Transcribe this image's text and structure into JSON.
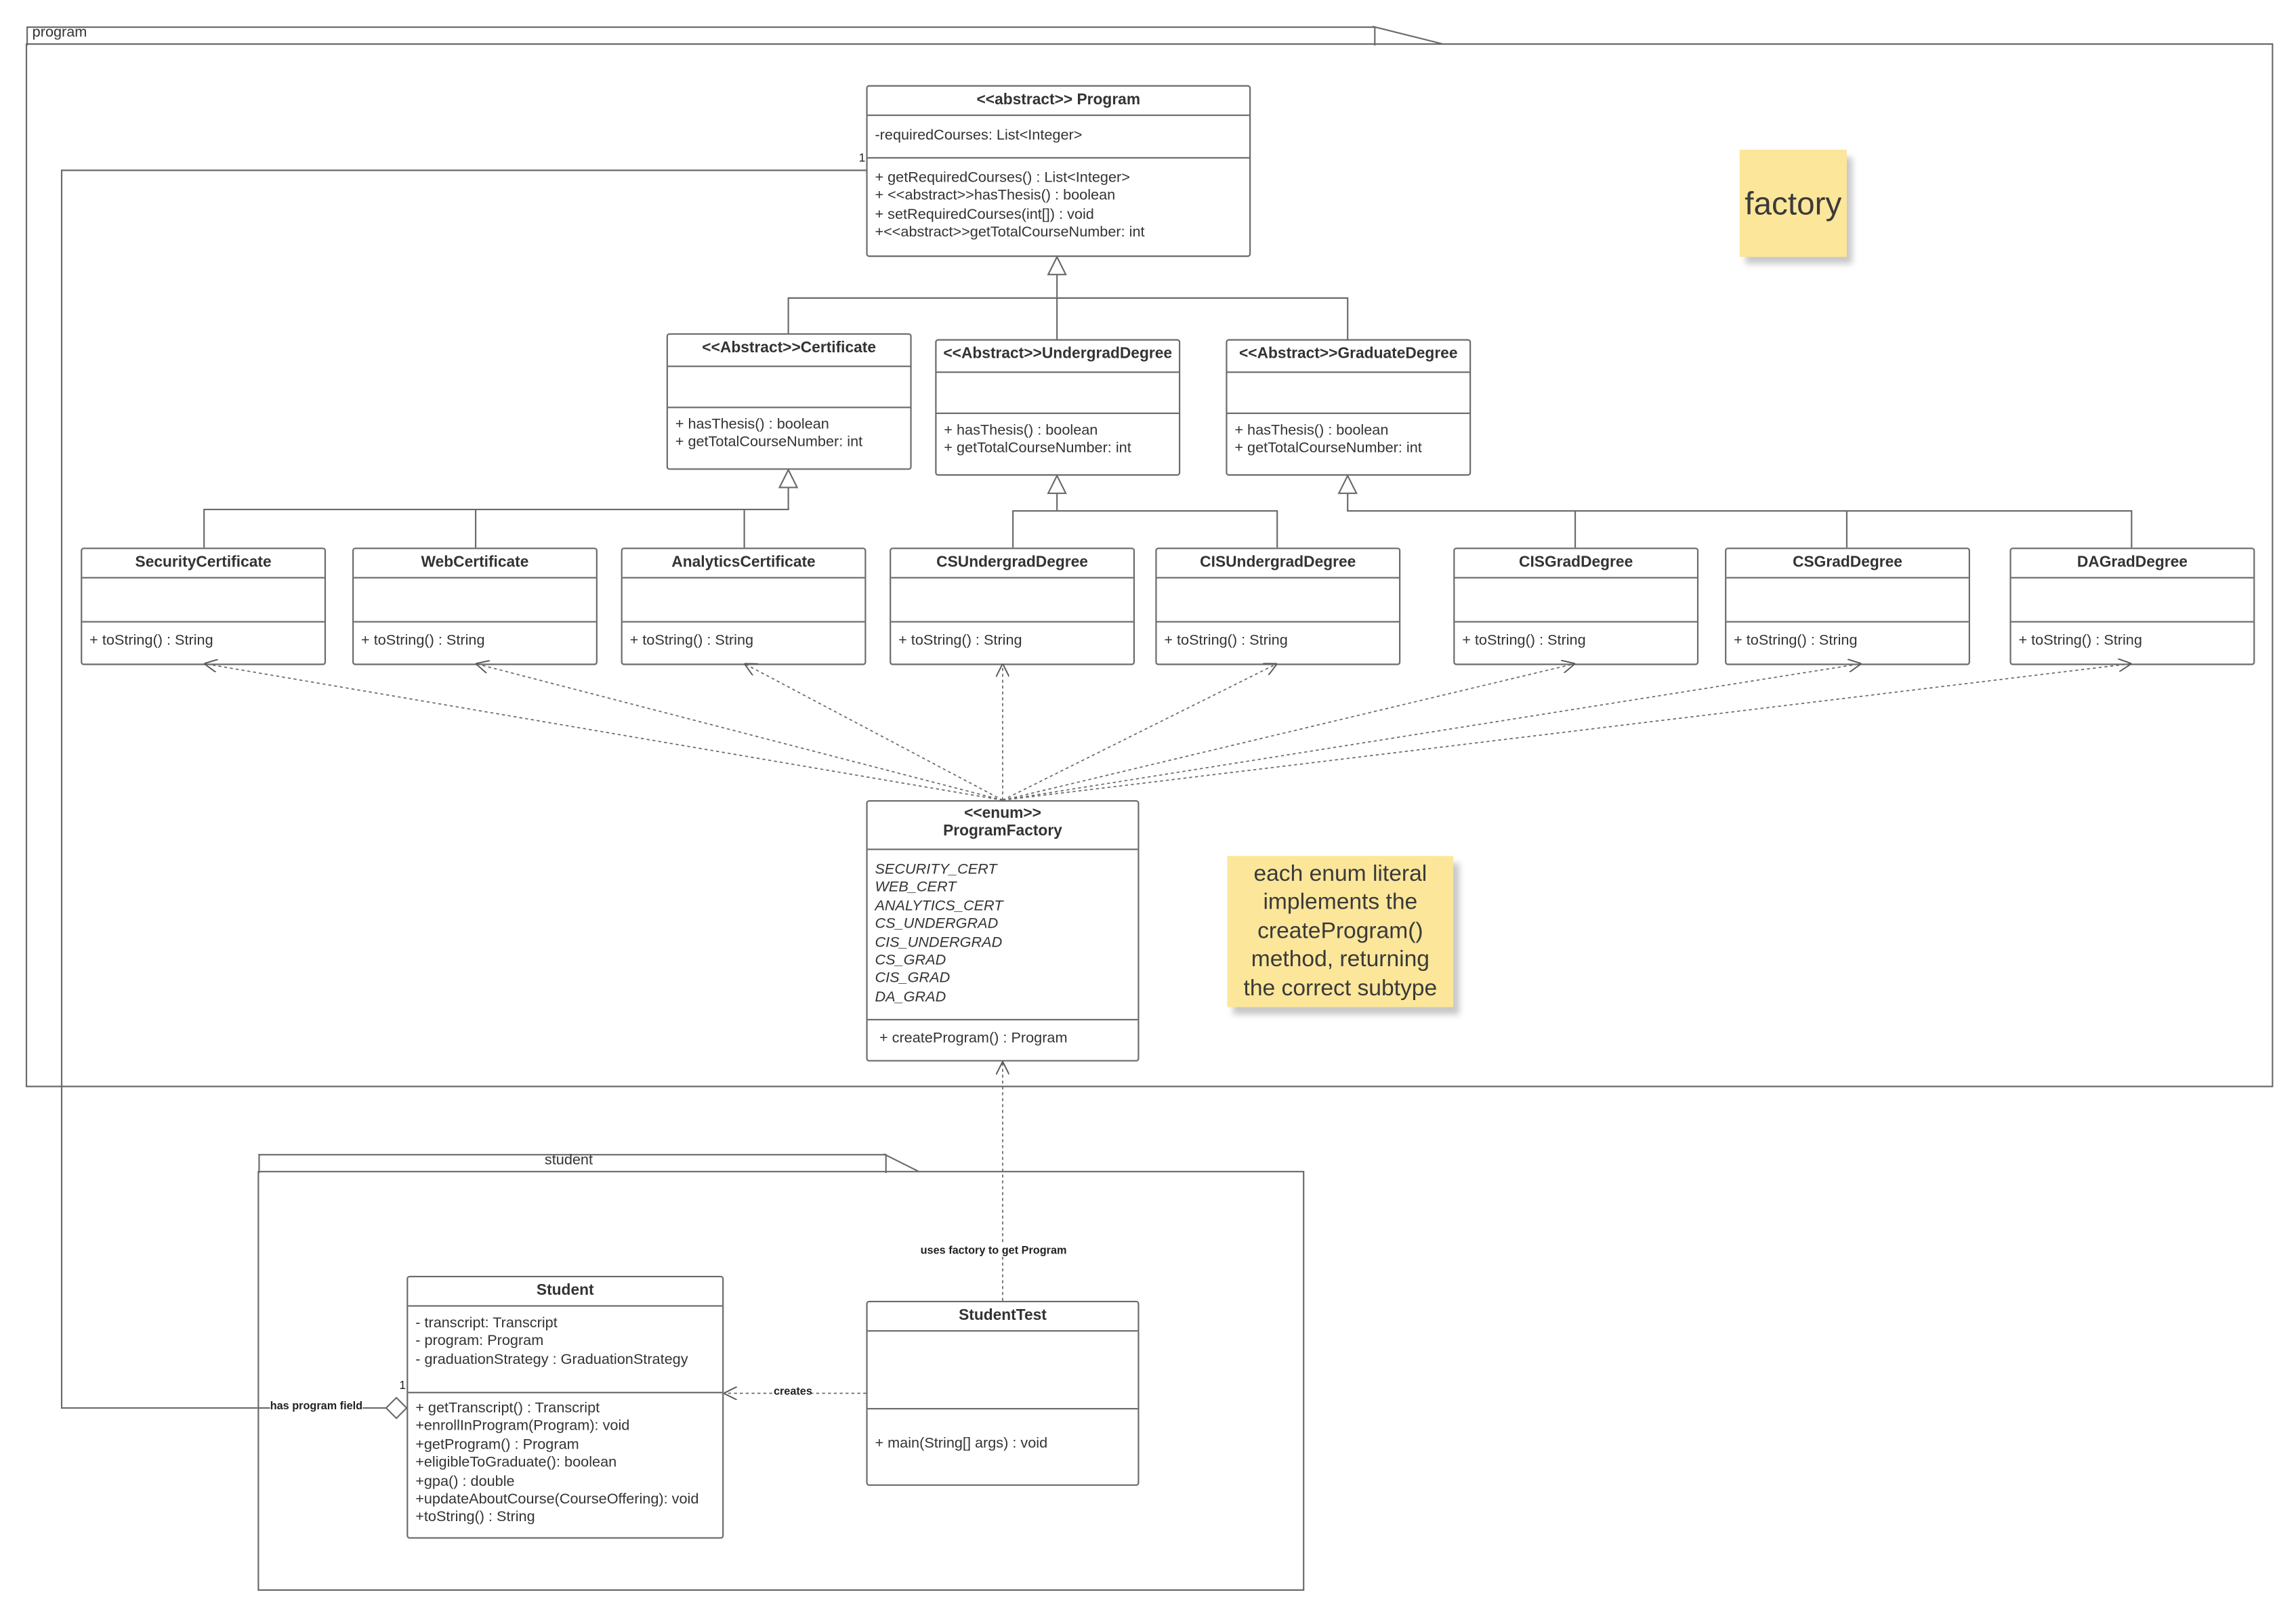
{
  "packages": {
    "program": "program",
    "student": "student"
  },
  "classes": {
    "program": {
      "header": "<<abstract>> Program",
      "attributes": [
        "-requiredCourses: List<Integer>"
      ],
      "methods": [
        "+ getRequiredCourses() : List<Integer>",
        "+ <<abstract>>hasThesis() : boolean",
        "+ setRequiredCourses(int[]) : void",
        "+<<abstract>>getTotalCourseNumber: int"
      ]
    },
    "certificate": {
      "header": "<<Abstract>>Certificate",
      "methods": [
        "+ hasThesis() : boolean",
        "+ getTotalCourseNumber: int"
      ]
    },
    "undergrad": {
      "header": "<<Abstract>>UndergradDegree",
      "methods": [
        "+ hasThesis() : boolean",
        "+ getTotalCourseNumber: int"
      ]
    },
    "graduate": {
      "header": "<<Abstract>>GraduateDegree",
      "methods": [
        "+ hasThesis() : boolean",
        "+ getTotalCourseNumber: int"
      ]
    },
    "security_cert": {
      "header": "SecurityCertificate",
      "method": "+ toString() : String"
    },
    "web_cert": {
      "header": "WebCertificate",
      "method": "+ toString() : String"
    },
    "analytics_cert": {
      "header": "AnalyticsCertificate",
      "method": "+ toString() : String"
    },
    "cs_undergrad": {
      "header": "CSUndergradDegree",
      "method": "+ toString() : String"
    },
    "cis_undergrad": {
      "header": "CISUndergradDegree",
      "method": "+ toString() : String"
    },
    "cis_grad": {
      "header": "CISGradDegree",
      "method": "+ toString() : String"
    },
    "cs_grad": {
      "header": "CSGradDegree",
      "method": "+ toString() : String"
    },
    "da_grad": {
      "header": "DAGradDegree",
      "method": "+ toString() : String"
    },
    "program_factory": {
      "stereotype": "<<enum>>",
      "name": "ProgramFactory",
      "literals": [
        "SECURITY_CERT",
        "WEB_CERT",
        "ANALYTICS_CERT",
        "CS_UNDERGRAD",
        "CIS_UNDERGRAD",
        "CS_GRAD",
        "CIS_GRAD",
        "DA_GRAD"
      ],
      "method": "+ createProgram() : Program"
    },
    "student": {
      "header": "Student",
      "attributes": [
        "- transcript: Transcript",
        "- program: Program",
        "- graduationStrategy : GraduationStrategy"
      ],
      "methods": [
        "+ getTranscript() : Transcript",
        "+enrollInProgram(Program): void",
        "+getProgram() : Program",
        "+eligibleToGraduate(): boolean",
        "+gpa() : double",
        "+updateAboutCourse(CourseOffering): void",
        "+toString() : String"
      ]
    },
    "student_test": {
      "header": "StudentTest",
      "method": "+ main(String[] args) : void"
    }
  },
  "notes": {
    "factory": "factory",
    "enum_note": "each enum literal implements the createProgram() method, returning the correct subtype"
  },
  "edge_labels": {
    "uses_factory": "uses factory to get Program",
    "creates": "creates",
    "has_program_field": "has program field"
  },
  "multiplicities": {
    "program_end": "1",
    "student_end": "1"
  },
  "colors": {
    "note": "#fbe69a",
    "stroke": "#6a6a6a"
  }
}
